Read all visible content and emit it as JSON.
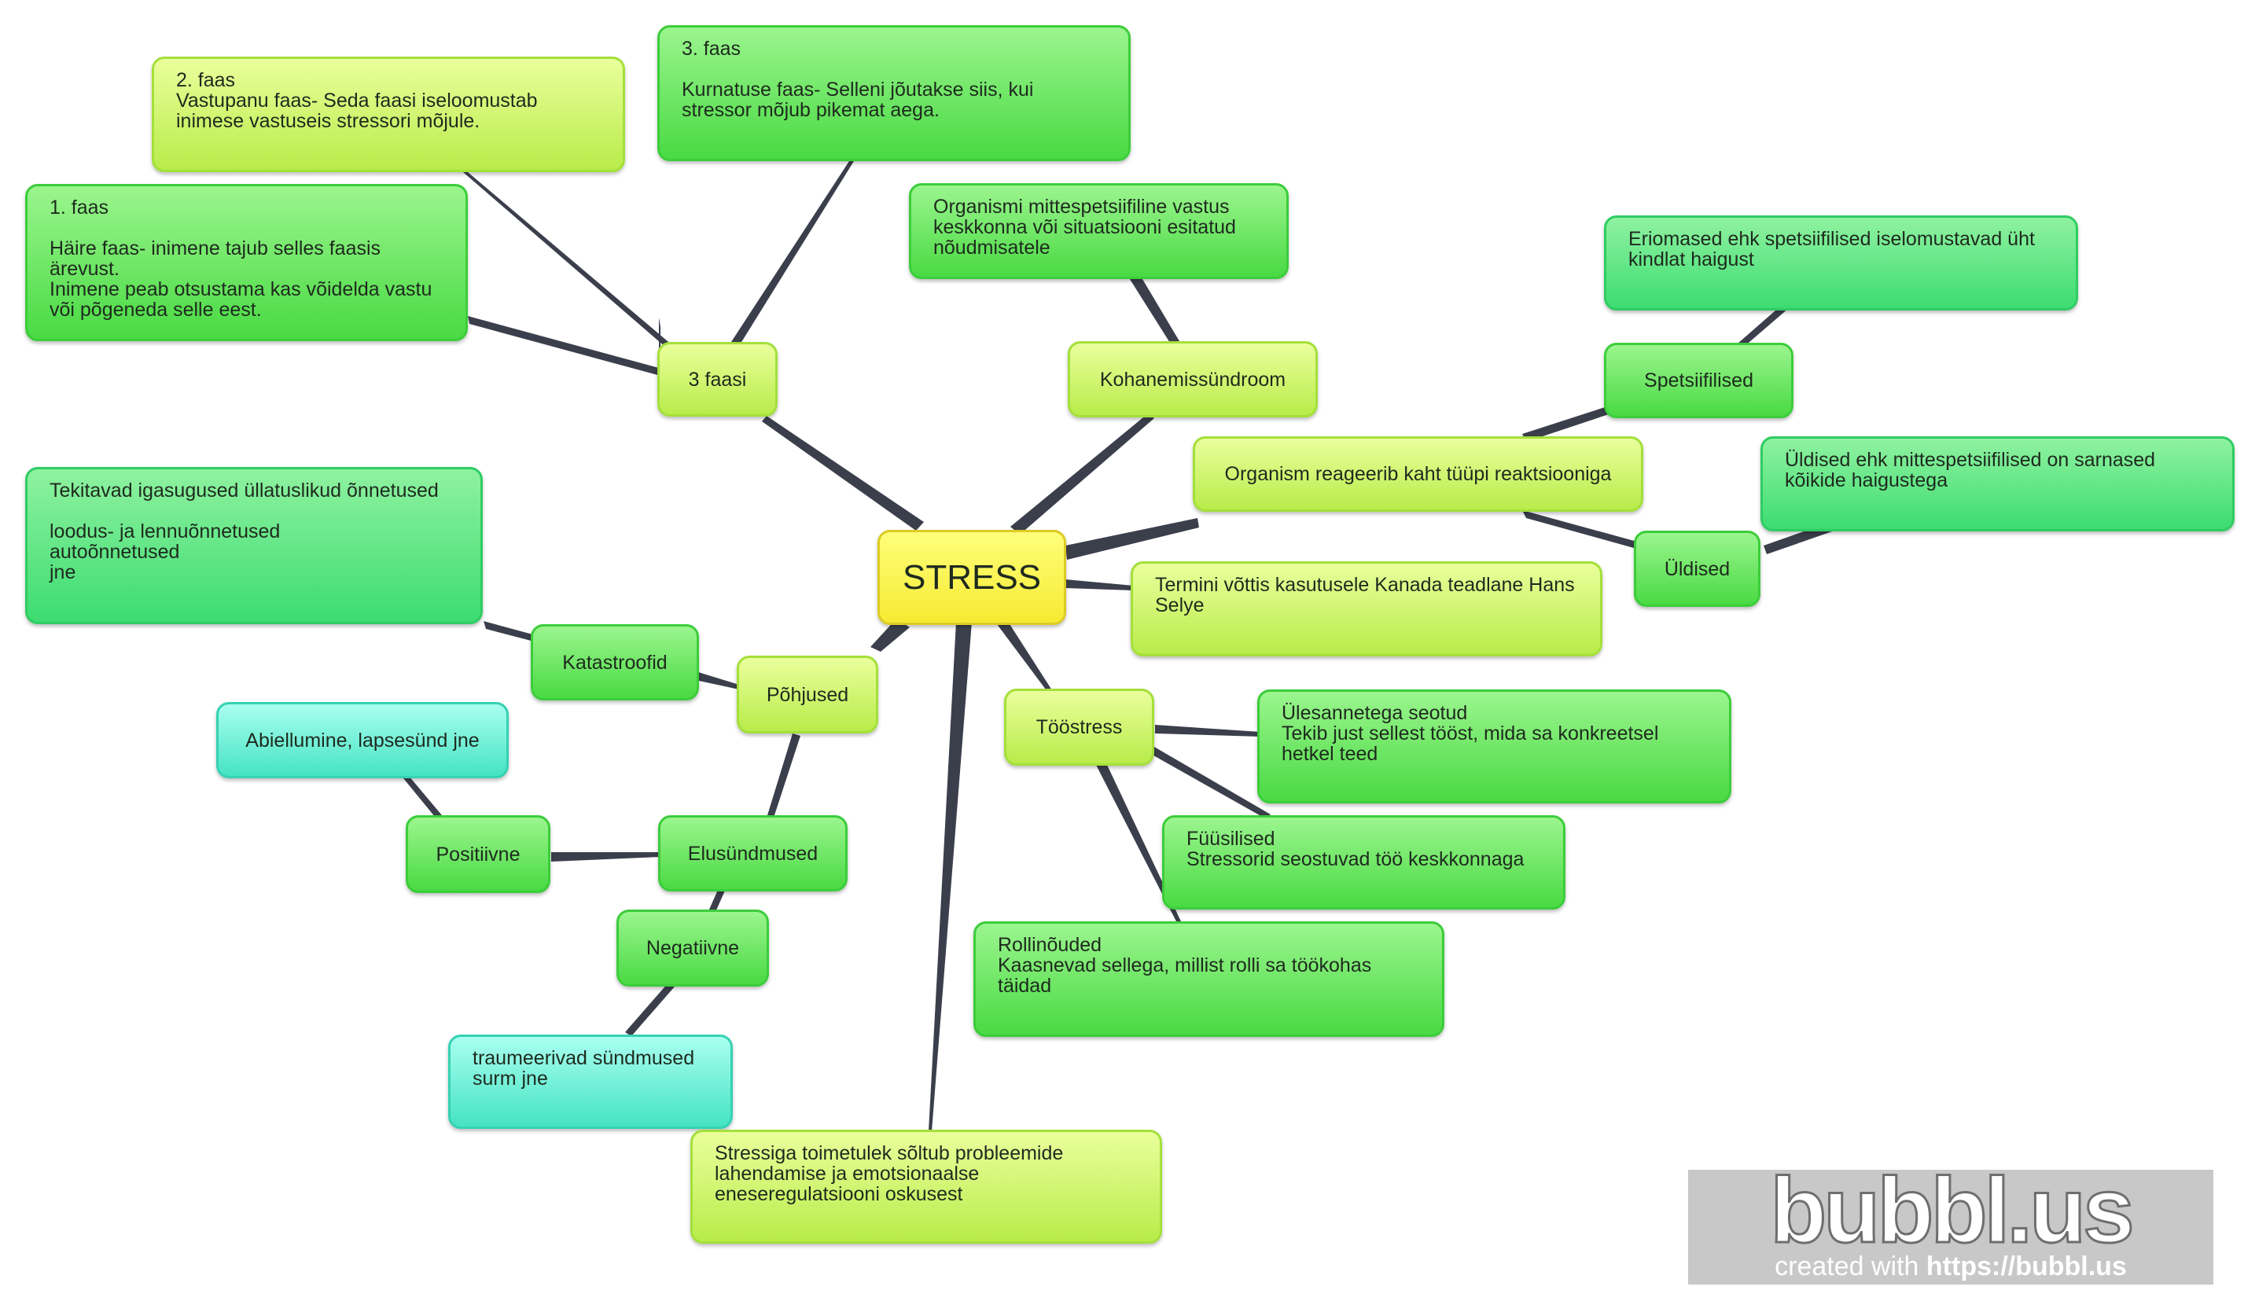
{
  "center": "STRESS",
  "nodes": {
    "faas1": "1. faas\n\nHäire faas- inimene tajub selles faasis ärevust.\nInimene peab otsustama kas võidelda vastu või põgeneda selle eest.",
    "faas2": "2. faas\nVastupanu faas- Seda faasi iseloomustab inimese vastuseis stressori mõjule.",
    "faas3": "3. faas\n\nKurnatuse faas- Selleni jõutakse siis, kui stressor mõjub pikemat aega.",
    "kolm_faasi": "3 faasi",
    "organismi_vastus": "Organismi mittespetsiifiline vastus keskkonna või situatsiooni esitatud nõudmisatele",
    "kohanemis": "Kohanemissündroom",
    "eriomased": "Eriomased ehk spetsiifilised iselomustavad üht kindlat haigust",
    "spetsiifilised": "Spetsiifilised",
    "reageerib": "Organism reageerib kaht tüüpi reaktsiooniga",
    "uldised_kirjeldus": "Üldised ehk mittespetsiifilised on sarnased kõikide haigustega",
    "uldised": "Üldised",
    "termini": "Termini võttis kasutusele Kanada teadlane Hans Selye",
    "tekitavad": "Tekitavad igasugused üllatuslikud õnnetused\n\nloodus- ja lennuõnnetused\nautoõnnetused\njne",
    "katastroofid": "Katastroofid",
    "pohjused": "Põhjused",
    "toostress": "Tööstress",
    "ulesanded": "Ülesannetega seotud\nTekib just sellest tööst, mida sa konkreetsel hetkel teed",
    "fuusilised": "Füüsilised\nStressorid seostuvad töö keskkonnaga",
    "rollinouded": "Rollinõuded\nKaasnevad sellega, millist rolli sa töökohas täidad",
    "abiellumine": "Abiellumine, lapsesünd jne",
    "positiivne": "Positiivne",
    "elusundmused": "Elusündmused",
    "negatiivne": "Negatiivne",
    "traumeerivad": "traumeerivad sündmused\nsurm jne",
    "toimetulek": "Stressiga toimetulek sõltub probleemide lahendamise ja emotsionaalse eneseregulatsiooni oskusest"
  },
  "watermark": {
    "logo": "bubbl.us",
    "caption_prefix": "created with ",
    "caption_link": "https://bubbl.us"
  },
  "colors": {
    "connector": "#3b3f4c",
    "lime": "#c8f25a",
    "green": "#57df4c",
    "emerald": "#45df77",
    "teal": "#52e8c8",
    "yellow": "#fbf046"
  }
}
